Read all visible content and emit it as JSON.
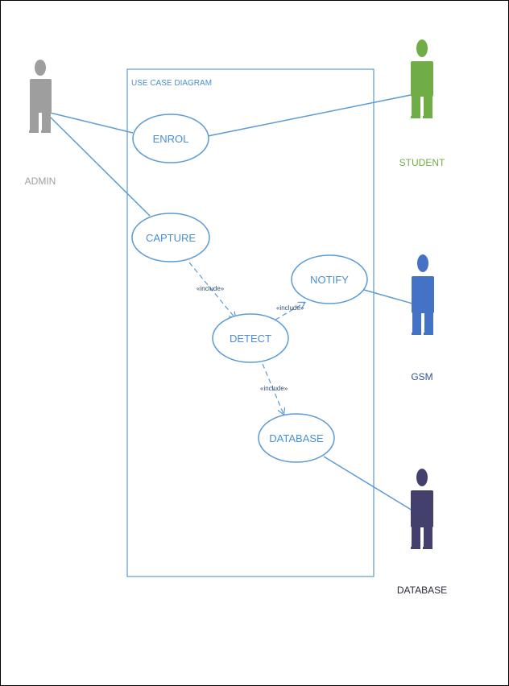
{
  "diagram": {
    "title": "USE CASE DIAGRAM",
    "use_cases": {
      "enrol": "ENROL",
      "capture": "CAPTURE",
      "notify": "NOTIFY",
      "detect": "DETECT",
      "database": "DATABASE"
    },
    "actors": {
      "admin": {
        "label": "ADMIN",
        "color": "#9e9e9e"
      },
      "student": {
        "label": "STUDENT",
        "color": "#70ad47"
      },
      "gsm": {
        "label": "GSM",
        "color": "#4472c4"
      },
      "database": {
        "label": "DATABASE",
        "color": "#44406e"
      }
    },
    "relations": {
      "capture_detect": "«include»",
      "detect_notify": "«include»",
      "detect_database": "«include»"
    },
    "colors": {
      "line": "#5b9bd5",
      "usecase_text": "#4a8fd0"
    }
  }
}
